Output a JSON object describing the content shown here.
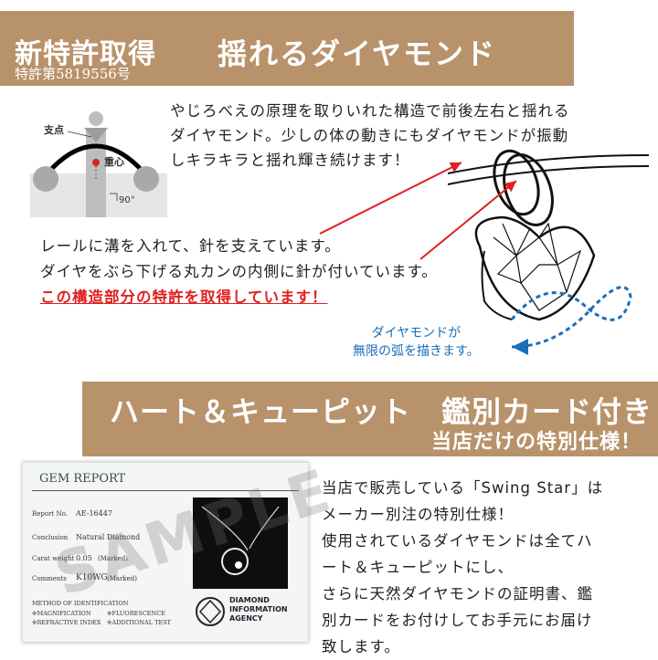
{
  "banner1": {
    "title": "新特許取得",
    "subtitle": "特許第5819556号",
    "headline": "揺れるダイヤモンド"
  },
  "intro": {
    "lines": [
      "やじろべえの原理を取りいれた構造で前後左右と揺れる",
      "ダイヤモンド。少しの体の動きにもダイヤモンドが振動",
      "しキラキラと揺れ輝き続けます！"
    ]
  },
  "diagram": {
    "pivot_label": "支点",
    "gravity_label": "重心",
    "angle_label": "90°"
  },
  "rail": {
    "lines": [
      "レールに溝を入れて、針を支えています。",
      "ダイヤをぶら下げる丸カンの内側に針が付いています。"
    ],
    "patent_note": "この構造部分の特許を取得しています！"
  },
  "motion_label": {
    "line1": "ダイヤモンドが",
    "line2": "無限の弧を描きます。"
  },
  "banner2": {
    "headline": "ハート＆キューピット　鑑別カード付き",
    "subtitle": "当店だけの特別仕様！"
  },
  "report": {
    "title": "GEM REPORT",
    "report_no_label": "Report No.",
    "report_no": "AE-16447",
    "conclusion_label": "Conclusion",
    "conclusion": "Natural Diamond",
    "carat_label": "Carat weight",
    "carat": "0.05",
    "carat_note": "(Marked)",
    "comments_label": "Comments",
    "comments": "K10WG",
    "comments_note": "(Marked)",
    "method_label": "METHOD OF IDENTIFICATION",
    "method_1": "※MAGNIFICATION",
    "method_2": "※FLUORESCENCE",
    "method_3": "※REFRACTIVE INDEX",
    "method_4": "※ADDITIONAL TEST",
    "agency_1": "DIAMOND",
    "agency_2": "INFORMATION",
    "agency_3": "AGENCY",
    "watermark": "SAMPLE"
  },
  "desc2": {
    "lines": [
      "当店で販売している「Swing Star」は",
      "メーカー別注の特別仕様！",
      "使用されているダイヤモンドは全てハ",
      "ート＆キューピットにし、",
      "さらに天然ダイヤモンドの証明書、鑑",
      "別カードをお付けしてお手元にお届け",
      "致します。"
    ]
  },
  "colors": {
    "banner": "#b8926a",
    "accent_red": "#e02020",
    "accent_blue": "#1a6fb8"
  }
}
